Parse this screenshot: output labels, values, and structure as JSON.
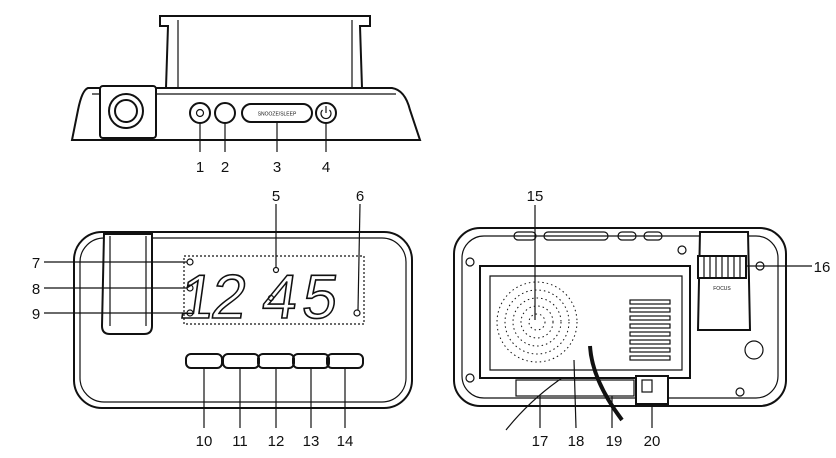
{
  "top_view": {
    "button_label": "SNOOZE/SLEEP",
    "callouts": [
      "1",
      "2",
      "3",
      "4"
    ]
  },
  "front_view": {
    "display": {
      "digits": [
        "1",
        "2",
        "4",
        "5"
      ]
    },
    "callouts": [
      "5",
      "6",
      "7",
      "8",
      "9",
      "10",
      "11",
      "12",
      "13",
      "14"
    ]
  },
  "back_view": {
    "focus_label": "FOCUS",
    "callouts": [
      "15",
      "16",
      "17",
      "18",
      "19",
      "20"
    ]
  }
}
